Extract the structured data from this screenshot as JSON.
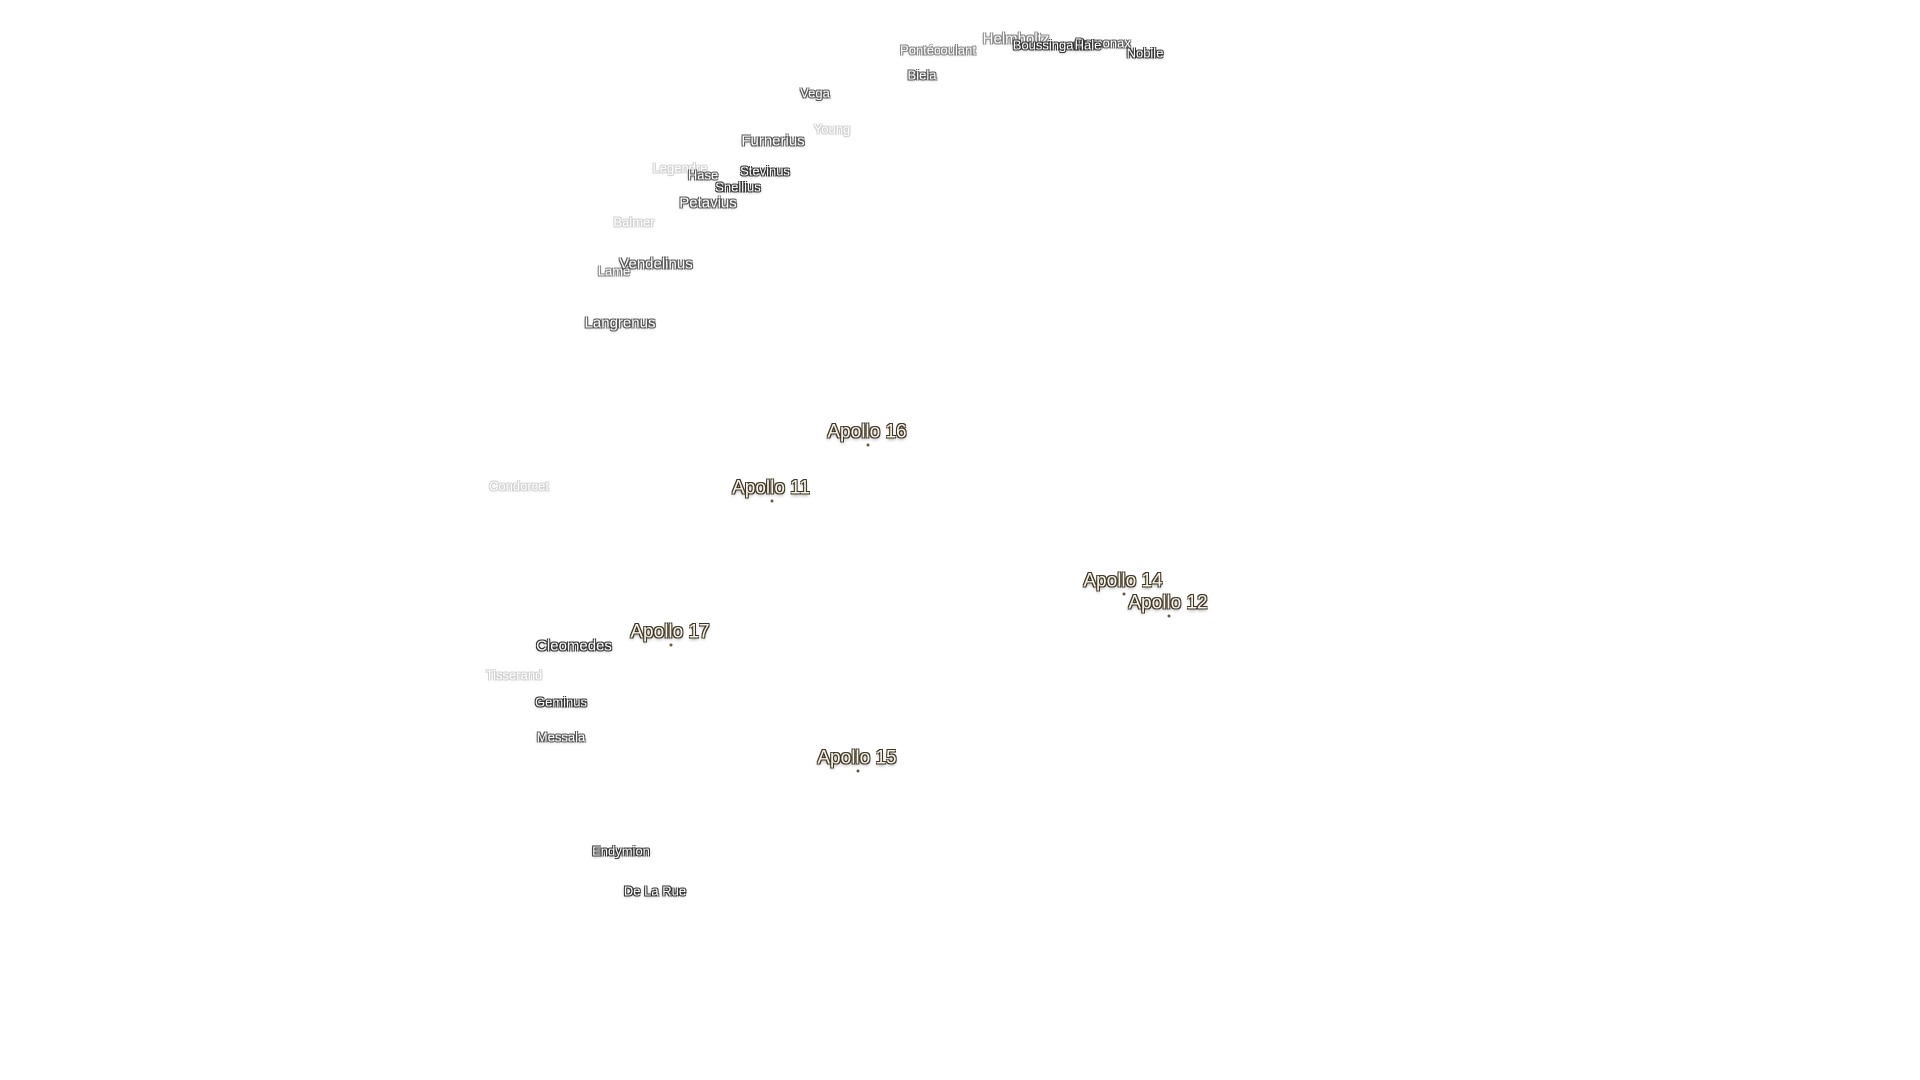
{
  "craters": [
    {
      "id": "pontecoulant",
      "name": "Pontécoulant"
    },
    {
      "id": "helmholtz",
      "name": "Helmholtz"
    },
    {
      "id": "boussingault",
      "name": "Boussingault"
    },
    {
      "id": "demonax",
      "name": "Demonax"
    },
    {
      "id": "hale",
      "name": "Hale"
    },
    {
      "id": "nobile",
      "name": "Nobile"
    },
    {
      "id": "biela",
      "name": "Biela"
    },
    {
      "id": "vega",
      "name": "Vega"
    },
    {
      "id": "young",
      "name": "Young"
    },
    {
      "id": "furnerius",
      "name": "Furnerius"
    },
    {
      "id": "legendre",
      "name": "Legendre"
    },
    {
      "id": "hase",
      "name": "Hase"
    },
    {
      "id": "stevinus",
      "name": "Stevinus"
    },
    {
      "id": "snellius",
      "name": "Snellius"
    },
    {
      "id": "petavius",
      "name": "Petavius"
    },
    {
      "id": "balmer",
      "name": "Balmer"
    },
    {
      "id": "vendelinus",
      "name": "Vendelinus"
    },
    {
      "id": "lame",
      "name": "Lamé"
    },
    {
      "id": "langrenus",
      "name": "Langrenus"
    },
    {
      "id": "condorcet",
      "name": "Condorcet"
    },
    {
      "id": "cleomedes",
      "name": "Cleomedes"
    },
    {
      "id": "tisserand",
      "name": "Tisserand"
    },
    {
      "id": "geminus",
      "name": "Geminus"
    },
    {
      "id": "messala",
      "name": "Messala"
    },
    {
      "id": "endymion",
      "name": "Endymion"
    },
    {
      "id": "de_la_rue",
      "name": "De La Rue"
    }
  ],
  "landing_sites": [
    {
      "id": "apollo16",
      "name": "Apollo 16"
    },
    {
      "id": "apollo11",
      "name": "Apollo 11"
    },
    {
      "id": "apollo14",
      "name": "Apollo 14"
    },
    {
      "id": "apollo12",
      "name": "Apollo 12"
    },
    {
      "id": "apollo17",
      "name": "Apollo 17"
    },
    {
      "id": "apollo15",
      "name": "Apollo 15"
    }
  ]
}
